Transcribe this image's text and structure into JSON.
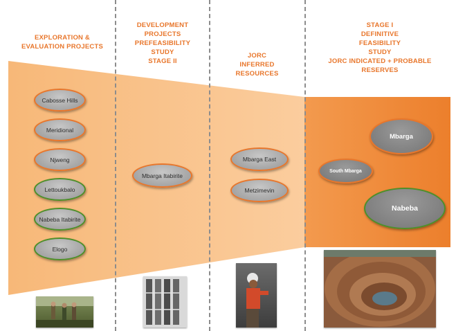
{
  "colors": {
    "accent": "#e8762b",
    "funnel_light": "#f9c38f",
    "funnel_dark": "#ef8736",
    "node_fill": "#a9a9a9",
    "border_green": "#4e8f2a"
  },
  "headers": {
    "exploration": "EXPLORATION &\nEVALUATION PROJECTS",
    "development": "DEVELOPMENT\nPROJECTS\nPREFEASIBILITY\nSTUDY\nSTAGE II",
    "jorc_inferred": "JORC\nINFERRED\nRESOURCES",
    "stage1": "STAGE I\nDEFINITIVE\nFEASIBILITY\nSTUDY\nJORC INDICATED + PROBABLE\nRESERVES"
  },
  "nodes": {
    "cabosse_hills": "Cabosse Hills",
    "meridional": "Meridional",
    "njweng": "Njweng",
    "lettoukbalo": "Lettoukbalo",
    "nabeba_itabirite": "Nabeba Itabirite",
    "elogo": "Elogo",
    "mbarga_itabirite": "Mbarga Itabirite",
    "mbarga_east": "Mbarga East",
    "metzimevin": "Metzimevin",
    "mbarga": "Mbarga",
    "south_mbarga": "South Mbarga",
    "nabeba": "Nabeba"
  }
}
